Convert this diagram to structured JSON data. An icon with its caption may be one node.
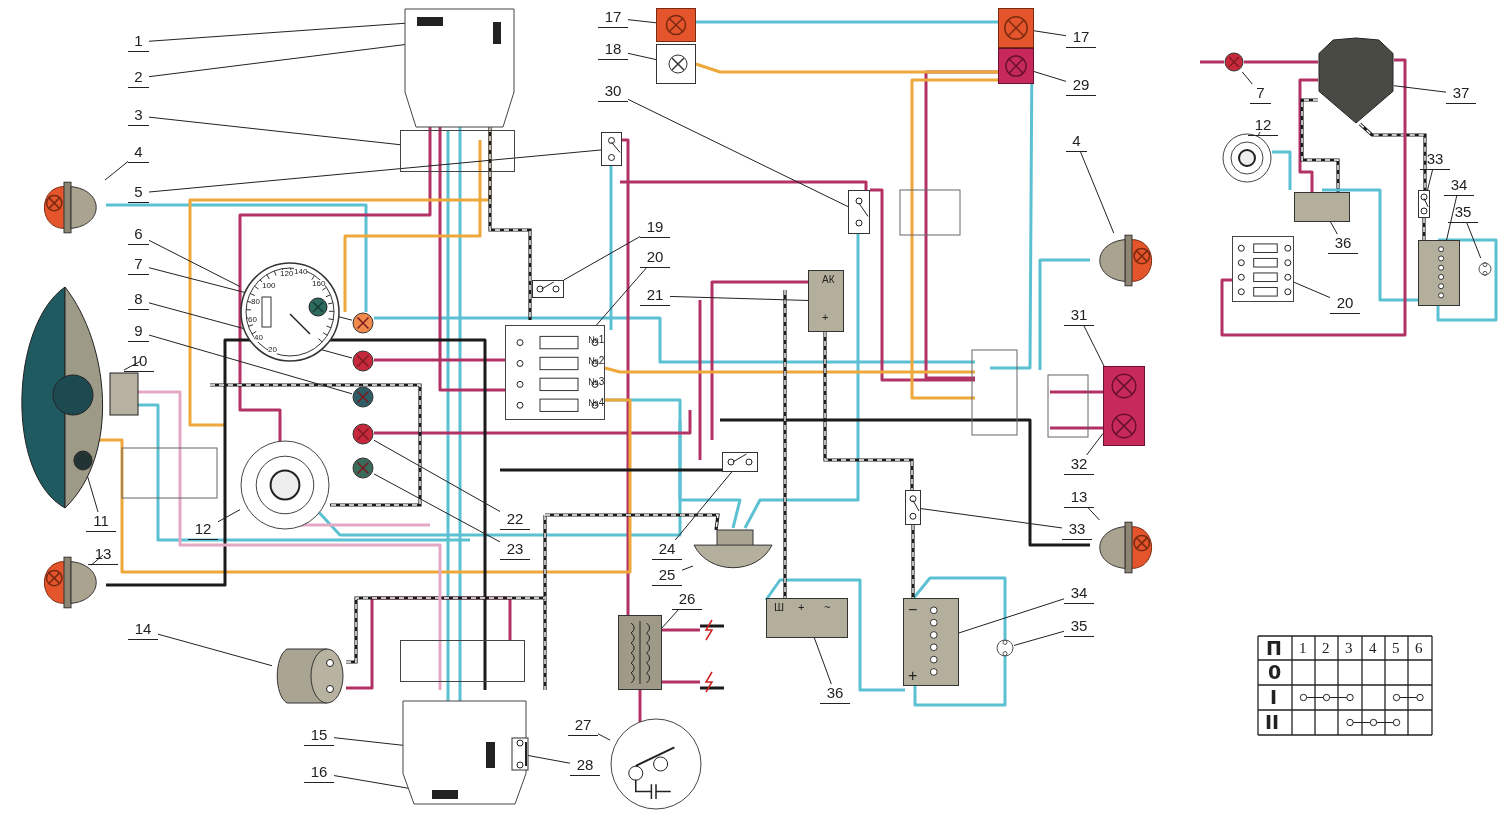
{
  "diagram": {
    "nodes": [
      {
        "text": [],
        "shape": "box"
      },
      {
        "text": [],
        "shape": "bar",
        "in": 0
      },
      {
        "text": [],
        "shape": "bar",
        "in": 0
      },
      {
        "text": [],
        "shape": "box"
      },
      {
        "text": [],
        "shape": "picture"
      },
      {
        "text": [],
        "shape": "box"
      },
      {
        "text": [],
        "shape": "circle"
      },
      {
        "text": [],
        "shape": "circle"
      },
      {
        "text": [],
        "shape": "circle"
      },
      {
        "text": [],
        "shape": "circle"
      },
      {
        "text": [],
        "shape": "picture"
      },
      {
        "text": [],
        "shape": "circle",
        "in": 10
      },
      {
        "text": [],
        "shape": "circle"
      },
      {
        "text": [],
        "shape": "picture"
      },
      {
        "text": [],
        "shape": "cylinder"
      },
      {
        "text": [],
        "shape": "box"
      },
      {
        "text": [],
        "shape": "box"
      },
      {
        "text": [],
        "shape": "bar",
        "in": 16
      },
      {
        "text": [],
        "shape": "bar",
        "in": 16
      },
      {
        "text": [],
        "shape": "box",
        "in": 16
      },
      {
        "text": [],
        "shape": "box"
      },
      {
        "text": [],
        "shape": "box"
      },
      {
        "text": [],
        "shape": "box"
      },
      {
        "text": [],
        "shape": "box"
      },
      {
        "text": [],
        "shape": "box"
      },
      {
        "text": [],
        "shape": "circle"
      },
      {
        "text": [],
        "shape": "circle"
      },
      {
        "text": [],
        "shape": "box"
      },
      {
        "text": [],
        "shape": "picture"
      },
      {
        "text": [],
        "shape": "box"
      },
      {
        "text": [],
        "shape": "circle"
      },
      {
        "text": [],
        "shape": "box"
      },
      {
        "text": [],
        "shape": "box"
      },
      {
        "text": [],
        "shape": "box"
      },
      {
        "text": [],
        "shape": "picture"
      },
      {
        "text": [],
        "shape": "box"
      },
      {
        "text": [],
        "shape": "box"
      },
      {
        "text": [],
        "shape": "picture"
      },
      {
        "text": [],
        "shape": "box"
      },
      {
        "text": [],
        "shape": "circle"
      },
      {
        "text": [],
        "shape": "box"
      },
      {
        "text": [],
        "shape": "circle"
      },
      {
        "text": [],
        "shape": "picture"
      },
      {
        "text": [],
        "shape": "circle"
      },
      {
        "text": [],
        "shape": "box"
      },
      {
        "text": [],
        "shape": "box"
      },
      {
        "text": [],
        "shape": "box"
      },
      {
        "text": [],
        "shape": "box"
      },
      {
        "text": [],
        "shape": "circle"
      },
      {
        "text": [
          "1"
        ]
      },
      {
        "text": [
          "2"
        ]
      },
      {
        "text": [
          "3"
        ]
      },
      {
        "text": [
          "4"
        ]
      },
      {
        "text": [
          "5"
        ]
      },
      {
        "text": [
          "6"
        ]
      },
      {
        "text": [
          "7"
        ]
      },
      {
        "text": [
          "8"
        ]
      },
      {
        "text": [
          "9"
        ]
      },
      {
        "text": [
          "10"
        ]
      },
      {
        "text": [
          "11"
        ]
      },
      {
        "text": [
          "12"
        ]
      },
      {
        "text": [
          "13"
        ]
      },
      {
        "text": [
          "14"
        ]
      },
      {
        "text": [
          "15"
        ]
      },
      {
        "text": [
          "16"
        ]
      },
      {
        "text": [
          "17"
        ]
      },
      {
        "text": [
          "18"
        ]
      },
      {
        "text": [
          "30"
        ]
      },
      {
        "text": [
          "19"
        ]
      },
      {
        "text": [
          "20"
        ]
      },
      {
        "text": [
          "21"
        ]
      },
      {
        "text": [
          "22"
        ]
      },
      {
        "text": [
          "23"
        ]
      },
      {
        "text": [
          "24"
        ]
      },
      {
        "text": [
          "25"
        ]
      },
      {
        "text": [
          "26"
        ]
      },
      {
        "text": [
          "27"
        ]
      },
      {
        "text": [
          "28"
        ]
      },
      {
        "text": [
          "36"
        ]
      },
      {
        "text": [
          "17"
        ]
      },
      {
        "text": [
          "29"
        ]
      },
      {
        "text": [
          "4"
        ]
      },
      {
        "text": [
          "31"
        ]
      },
      {
        "text": [
          "32"
        ]
      },
      {
        "text": [
          "13"
        ]
      },
      {
        "text": [
          "33"
        ]
      },
      {
        "text": [
          "34"
        ]
      },
      {
        "text": [
          "35"
        ]
      },
      {
        "text": [
          "7"
        ]
      },
      {
        "text": [
          "12"
        ]
      },
      {
        "text": [
          "37"
        ]
      },
      {
        "text": [
          "33"
        ]
      },
      {
        "text": [
          "34"
        ]
      },
      {
        "text": [
          "35"
        ]
      },
      {
        "text": [
          "36"
        ]
      },
      {
        "text": [
          "20"
        ]
      }
    ],
    "edges": [
      {
        "from": 49,
        "to": 1,
        "arrow": "none"
      },
      {
        "from": 50,
        "to": 2,
        "arrow": "none"
      },
      {
        "from": 51,
        "to": 3,
        "arrow": "none"
      },
      {
        "from": 52,
        "to": 4,
        "arrow": "none"
      },
      {
        "from": 53,
        "to": 5,
        "arrow": "none"
      },
      {
        "from": 54,
        "to": 6,
        "arrow": "none"
      },
      {
        "from": 55,
        "to": 7,
        "arrow": "none"
      },
      {
        "from": 56,
        "to": 8,
        "arrow": "none"
      },
      {
        "from": 57,
        "to": 9,
        "arrow": "none"
      },
      {
        "from": 58,
        "to": 10,
        "arrow": "none"
      },
      {
        "from": 59,
        "to": 11,
        "arrow": "none"
      },
      {
        "from": 60,
        "to": 12,
        "arrow": "none"
      },
      {
        "from": 61,
        "to": 13,
        "arrow": "none"
      },
      {
        "from": 62,
        "to": 14,
        "arrow": "none"
      },
      {
        "from": 63,
        "to": 17,
        "arrow": "none"
      },
      {
        "from": 64,
        "to": 18,
        "arrow": "none"
      },
      {
        "from": 65,
        "to": 20,
        "arrow": "none"
      },
      {
        "from": 66,
        "to": 21,
        "arrow": "none"
      },
      {
        "from": 67,
        "to": 33,
        "arrow": "none"
      },
      {
        "from": 68,
        "to": 22,
        "arrow": "none"
      },
      {
        "from": 69,
        "to": 23,
        "arrow": "none"
      },
      {
        "from": 70,
        "to": 24,
        "arrow": "none"
      },
      {
        "from": 71,
        "to": 25,
        "arrow": "none"
      },
      {
        "from": 72,
        "to": 26,
        "arrow": "none"
      },
      {
        "from": 73,
        "to": 27,
        "arrow": "none"
      },
      {
        "from": 74,
        "to": 28,
        "arrow": "none"
      },
      {
        "from": 75,
        "to": 29,
        "arrow": "none"
      },
      {
        "from": 76,
        "to": 30,
        "arrow": "none"
      },
      {
        "from": 77,
        "to": 19,
        "arrow": "none"
      },
      {
        "from": 78,
        "to": 40,
        "arrow": "none"
      },
      {
        "from": 79,
        "to": 31,
        "arrow": "none"
      },
      {
        "from": 80,
        "to": 32,
        "arrow": "none"
      },
      {
        "from": 81,
        "to": 34,
        "arrow": "none"
      },
      {
        "from": 82,
        "to": 35,
        "arrow": "none"
      },
      {
        "from": 83,
        "to": 35,
        "arrow": "none"
      },
      {
        "from": 84,
        "to": 37,
        "arrow": "none"
      },
      {
        "from": 85,
        "to": 36,
        "arrow": "none"
      },
      {
        "from": 86,
        "to": 38,
        "arrow": "none"
      },
      {
        "from": 87,
        "to": 39,
        "arrow": "none"
      },
      {
        "from": 88,
        "to": 41,
        "arrow": "none"
      },
      {
        "from": 89,
        "to": 43,
        "arrow": "none"
      },
      {
        "from": 90,
        "to": 42,
        "arrow": "none"
      },
      {
        "from": 91,
        "to": 46,
        "arrow": "none"
      },
      {
        "from": 92,
        "to": 47,
        "arrow": "none"
      },
      {
        "from": 93,
        "to": 48,
        "arrow": "none"
      },
      {
        "from": 94,
        "to": 44,
        "arrow": "none"
      },
      {
        "from": 95,
        "to": 45,
        "arrow": "none"
      }
    ],
    "labels": [
      "140",
      "160",
      "120",
      "100",
      "80",
      "60",
      "40",
      "20",
      "№1",
      "№2",
      "№3",
      "№4",
      "АК",
      "+",
      "Ш",
      "+",
      "~",
      "−",
      "+",
      "П",
      "1",
      "2",
      "3",
      "4",
      "5",
      "6",
      "0",
      "I",
      "II"
    ]
  }
}
